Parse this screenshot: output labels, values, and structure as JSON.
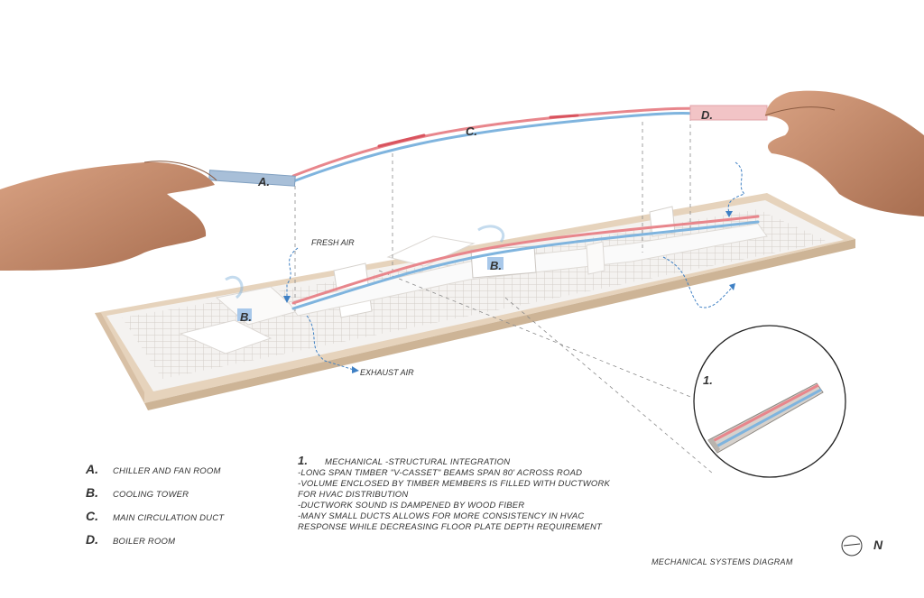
{
  "callouts": {
    "fresh_air": "FRESH AIR",
    "exhaust_air": "EXHAUST AIR",
    "marker_a": "A.",
    "marker_b1": "B.",
    "marker_b2": "B.",
    "marker_c": "C.",
    "marker_d": "D.",
    "detail_number": "1."
  },
  "legend": [
    {
      "letter": "A.",
      "text": "CHILLER AND FAN ROOM"
    },
    {
      "letter": "B.",
      "text": "COOLING TOWER"
    },
    {
      "letter": "C.",
      "text": "MAIN CIRCULATION DUCT"
    },
    {
      "letter": "D.",
      "text": "BOILER ROOM"
    }
  ],
  "note": {
    "number": "1.",
    "title": "MECHANICAL -STRUCTURAL INTEGRATION",
    "lines": [
      "-LONG SPAN TIMBER \"V-CASSET\" BEAMS SPAN 80' ACROSS ROAD",
      "-VOLUME ENCLOSED BY TIMBER MEMBERS IS FILLED WITH DUCTWORK",
      "FOR HVAC DISTRIBUTION",
      "-DUCTWORK SOUND IS DAMPENED BY WOOD FIBER",
      "-MANY SMALL DUCTS ALLOWS FOR MORE CONSISTENCY IN HVAC",
      "RESPONSE WHILE DECREASING FLOOR PLATE DEPTH REQUIREMENT"
    ]
  },
  "caption": "MECHANICAL SYSTEMS DIAGRAM",
  "north_label": "N",
  "colors": {
    "supply_duct": "#e8868c",
    "return_duct": "#7fb4de",
    "model_white": "#f2f0ee",
    "wood_base": "#e6d3bc",
    "skin": "#c08a6a"
  }
}
